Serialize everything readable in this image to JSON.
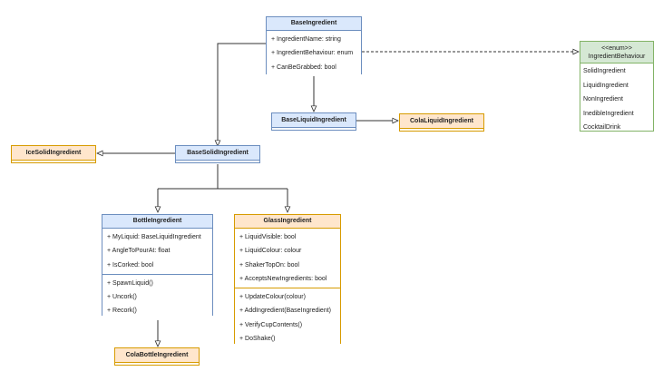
{
  "classes": {
    "base_ingredient": {
      "title": "BaseIngredient",
      "attributes": [
        "+ IngredientName: string",
        "+ IngredientBehaviour: enum",
        "+ CanBeGrabbed: bool"
      ]
    },
    "base_liquid": {
      "title": "BaseLiquidIngredient"
    },
    "cola_liquid": {
      "title": "ColaLiquidIngredient"
    },
    "base_solid": {
      "title": "BaseSolidIngredient"
    },
    "ice_solid": {
      "title": "IceSolidIngredient"
    },
    "bottle": {
      "title": "BottleIngredient",
      "attributes": [
        "+ MyLiquid: BaseLiquidIngredient",
        "+ AngleToPourAt: float",
        "+ IsCorked: bool"
      ],
      "methods": [
        "+ SpawnLiquid()",
        "+ Uncork()",
        "+ Recork()"
      ]
    },
    "glass": {
      "title": "GlassIngredient",
      "attributes": [
        "+ LiquidVisible: bool",
        "+ LiquidColour: colour",
        "+ ShakerTopOn: bool",
        "+ AcceptsNewIngredients: bool"
      ],
      "methods": [
        "+ UpdateColour(colour)",
        "+ AddIngredient(BaseIngredient)",
        "+ VerifyCupContents()",
        "+ DoShake()"
      ]
    },
    "cola_bottle": {
      "title": "ColaBottleIngredient"
    }
  },
  "enum_box": {
    "stereotype": "<<enum>>",
    "title": "IngredientBehaviour",
    "values": [
      "SolidIngredient",
      "LiquidIngredient",
      "NonIngredient",
      "InedibleIngredient",
      "CocktailDrink"
    ]
  },
  "colors": {
    "blue_fill": "#dae8fc",
    "blue_stroke": "#6c8ebf",
    "orange_fill": "#ffe6cc",
    "orange_stroke": "#d79b00",
    "green_fill": "#d5e8d4",
    "green_stroke": "#82b366",
    "edge": "#333333"
  }
}
